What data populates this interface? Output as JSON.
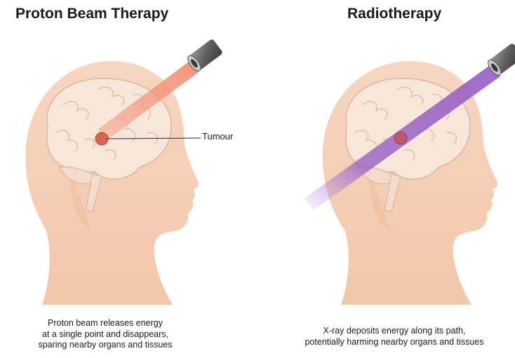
{
  "panels": [
    {
      "title": "Proton Beam Therapy",
      "caption_lines": [
        "Proton beam releases energy",
        "at a single point and disappears,",
        "sparing nearby organs and tissues"
      ]
    },
    {
      "title": "Radiotherapy",
      "caption_lines": [
        "X-ray deposits energy along its path,",
        "potentially harming nearby organs and tissues"
      ]
    }
  ],
  "annotation": {
    "tumour_label": "Tumour"
  },
  "colors": {
    "skin": "#f6d2b9",
    "skin_shade": "#eebd9c",
    "brain": "#f7e7db",
    "brain_line": "#d9b7a0",
    "tumour": "#d5654f",
    "proton_beam": "#f08a6e",
    "xray_beam": "#9a63c4",
    "device": "#6f6f6f"
  }
}
